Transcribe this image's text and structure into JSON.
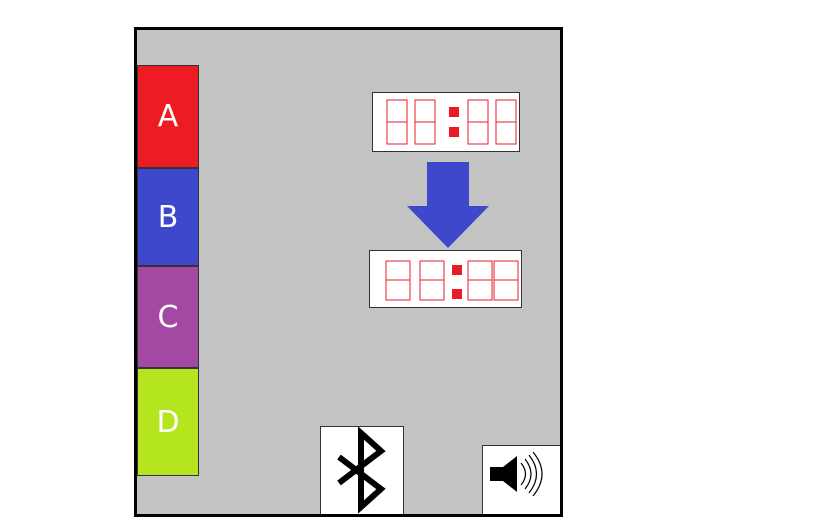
{
  "mode_buttons": [
    {
      "label": "A",
      "color": "#ed1c24"
    },
    {
      "label": "B",
      "color": "#3f48cc"
    },
    {
      "label": "C",
      "color": "#a349a4"
    },
    {
      "label": "D",
      "color": "#b5e61d"
    }
  ],
  "colors": {
    "device_background": "#c3c3c3",
    "segment_color": "#e81c24",
    "arrow_color": "#3f48cc"
  },
  "icons": {
    "transition": "down-arrow-icon",
    "bluetooth": "bluetooth-icon",
    "sound": "speaker-icon"
  }
}
